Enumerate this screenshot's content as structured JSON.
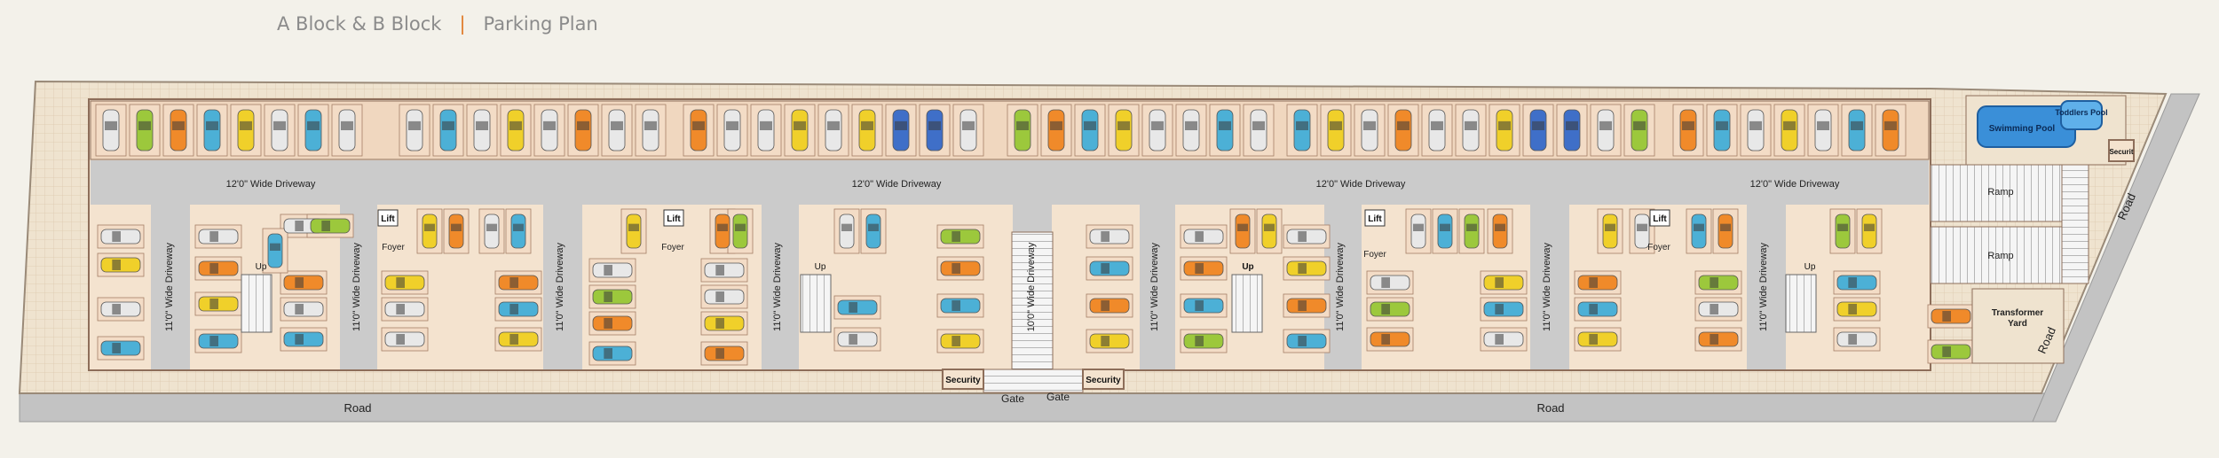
{
  "header": {
    "block_title": "A Block & B Block",
    "separator": "|",
    "page_title": "Parking Plan"
  },
  "labels": {
    "driveway_12": "12'0\" Wide Driveway",
    "driveway_11": "11'0\" Wide Driveway",
    "driveway_10": "10'0\" Wide Driveway",
    "lift": "Lift",
    "foyer": "Foyer",
    "up": "Up",
    "ramp": "Ramp",
    "road": "Road",
    "gate": "Gate",
    "security": "Security",
    "security_short": "Securit",
    "swimming_pool": "Swimming Pool",
    "toddlers_pool": "Toddlers Pool",
    "transformer_yard": "Transformer Yard"
  },
  "colors": {
    "background": "#f3f1ea",
    "tile": "#efe3cf",
    "bay": "#f0d7bf",
    "driveway": "#cbcbcb",
    "road": "#c3c3c3",
    "wall": "#8d6e5a",
    "pool": "#3a8fd8",
    "accent": "#e07b2a",
    "cars": [
      "#e8e8e8",
      "#f08a2a",
      "#4cb0d6",
      "#f0d02a",
      "#9cc83c",
      "#3f6fc8"
    ]
  },
  "car_sequence": [
    0,
    4,
    1,
    2,
    3,
    0,
    2,
    0,
    0,
    2,
    0,
    3,
    0,
    1,
    0,
    0,
    1,
    0,
    0,
    3,
    0,
    3,
    5,
    5,
    0,
    4,
    1,
    2,
    3,
    0,
    0,
    2,
    0,
    2,
    3,
    0,
    1,
    0,
    0,
    3,
    5,
    5,
    0,
    4,
    1,
    2,
    0,
    3,
    0,
    2,
    1,
    0,
    3,
    0,
    2,
    0,
    1,
    3,
    2,
    0,
    4,
    1,
    0,
    2,
    3,
    0,
    0,
    1,
    2,
    3,
    0,
    4,
    1,
    2,
    0,
    0,
    3,
    1,
    2,
    0,
    4,
    1,
    2,
    3,
    0,
    2,
    1,
    3,
    0,
    1,
    2,
    4,
    0,
    3,
    1,
    2,
    0,
    4,
    1,
    3,
    2,
    0,
    1,
    2,
    3,
    4,
    0,
    1,
    2,
    3,
    0,
    1,
    4,
    2,
    3,
    1,
    0,
    2,
    3,
    1,
    4,
    0,
    2,
    1,
    3,
    0,
    2,
    4,
    1,
    3,
    0,
    2,
    1,
    4,
    3,
    0,
    1,
    2
  ]
}
